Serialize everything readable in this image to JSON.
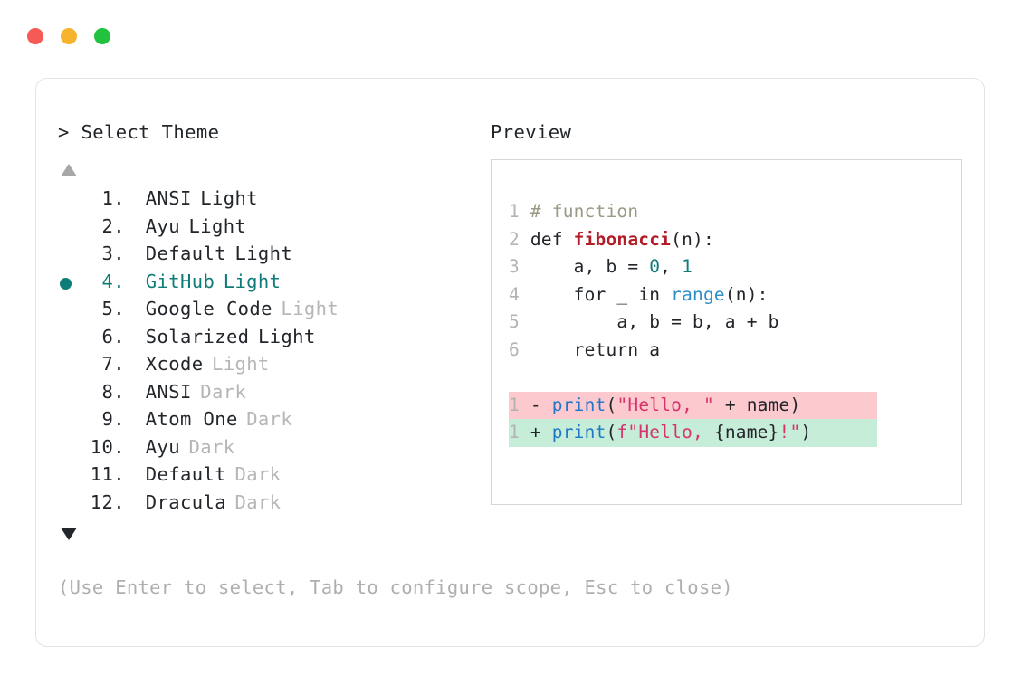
{
  "window": {
    "controls": [
      {
        "name": "close",
        "color": "#F75A55"
      },
      {
        "name": "minimize",
        "color": "#F6B32B"
      },
      {
        "name": "maximize",
        "color": "#22C13E"
      }
    ]
  },
  "prompt": {
    "heading": "> Select Theme",
    "scroll_up_glyph": "▲",
    "scroll_down_glyph": "▼",
    "selected_index": 4,
    "items": [
      {
        "index": "1.",
        "name": "ANSI",
        "suffix": "Light",
        "suffix_style": "dark",
        "selected": false
      },
      {
        "index": "2.",
        "name": "Ayu",
        "suffix": "Light",
        "suffix_style": "dark",
        "selected": false
      },
      {
        "index": "3.",
        "name": "Default",
        "suffix": "Light",
        "suffix_style": "dark",
        "selected": false
      },
      {
        "index": "4.",
        "name": "GitHub",
        "suffix": "Light",
        "suffix_style": "dark",
        "selected": true
      },
      {
        "index": "5.",
        "name": "Google Code",
        "suffix": "Light",
        "suffix_style": "dim",
        "selected": false
      },
      {
        "index": "6.",
        "name": "Solarized",
        "suffix": "Light",
        "suffix_style": "dark",
        "selected": false
      },
      {
        "index": "7.",
        "name": "Xcode",
        "suffix": "Light",
        "suffix_style": "dim",
        "selected": false
      },
      {
        "index": "8.",
        "name": "ANSI",
        "suffix": "Dark",
        "suffix_style": "dim",
        "selected": false
      },
      {
        "index": "9.",
        "name": "Atom One",
        "suffix": "Dark",
        "suffix_style": "dim",
        "selected": false
      },
      {
        "index": "10.",
        "name": "Ayu",
        "suffix": "Dark",
        "suffix_style": "dim",
        "selected": false
      },
      {
        "index": "11.",
        "name": "Default",
        "suffix": "Dark",
        "suffix_style": "dim",
        "selected": false
      },
      {
        "index": "12.",
        "name": "Dracula",
        "suffix": "Dark",
        "suffix_style": "dim",
        "selected": false
      }
    ]
  },
  "preview": {
    "heading": "Preview",
    "code_lines": [
      {
        "gutter": "1",
        "tokens": [
          {
            "t": "# function",
            "c": "comment"
          }
        ]
      },
      {
        "gutter": "2",
        "tokens": [
          {
            "t": "def ",
            "c": "plain"
          },
          {
            "t": "fibonacci",
            "c": "func"
          },
          {
            "t": "(n):",
            "c": "plain"
          }
        ]
      },
      {
        "gutter": "3",
        "tokens": [
          {
            "t": "    a, b = ",
            "c": "plain"
          },
          {
            "t": "0",
            "c": "num"
          },
          {
            "t": ", ",
            "c": "plain"
          },
          {
            "t": "1",
            "c": "num"
          }
        ]
      },
      {
        "gutter": "4",
        "tokens": [
          {
            "t": "    for _ in ",
            "c": "plain"
          },
          {
            "t": "range",
            "c": "builtin"
          },
          {
            "t": "(n):",
            "c": "plain"
          }
        ]
      },
      {
        "gutter": "5",
        "tokens": [
          {
            "t": "        a, b = b, a + b",
            "c": "plain"
          }
        ]
      },
      {
        "gutter": "6",
        "tokens": [
          {
            "t": "    return a",
            "c": "plain"
          }
        ]
      }
    ],
    "diff_lines": [
      {
        "gutter": "1",
        "kind": "deleted",
        "marker": "-",
        "tokens": [
          {
            "t": "print",
            "c": "call"
          },
          {
            "t": "(",
            "c": "plain"
          },
          {
            "t": "\"Hello, \"",
            "c": "string"
          },
          {
            "t": " + name)",
            "c": "plain"
          }
        ]
      },
      {
        "gutter": "1",
        "kind": "added",
        "marker": "+",
        "tokens": [
          {
            "t": "print",
            "c": "call"
          },
          {
            "t": "(",
            "c": "plain"
          },
          {
            "t": "f\"Hello, ",
            "c": "string"
          },
          {
            "t": "{name}",
            "c": "plain"
          },
          {
            "t": "!\"",
            "c": "string"
          },
          {
            "t": ")",
            "c": "plain"
          }
        ]
      }
    ]
  },
  "footer": {
    "hint": "(Use Enter to select, Tab to configure scope, Esc to close)"
  },
  "colors": {
    "accent": "#0E7C78",
    "text": "#22252A",
    "dim": "#B6B6B6",
    "diff_del_bg": "#FBC9CE",
    "diff_add_bg": "#C6EDD8"
  }
}
